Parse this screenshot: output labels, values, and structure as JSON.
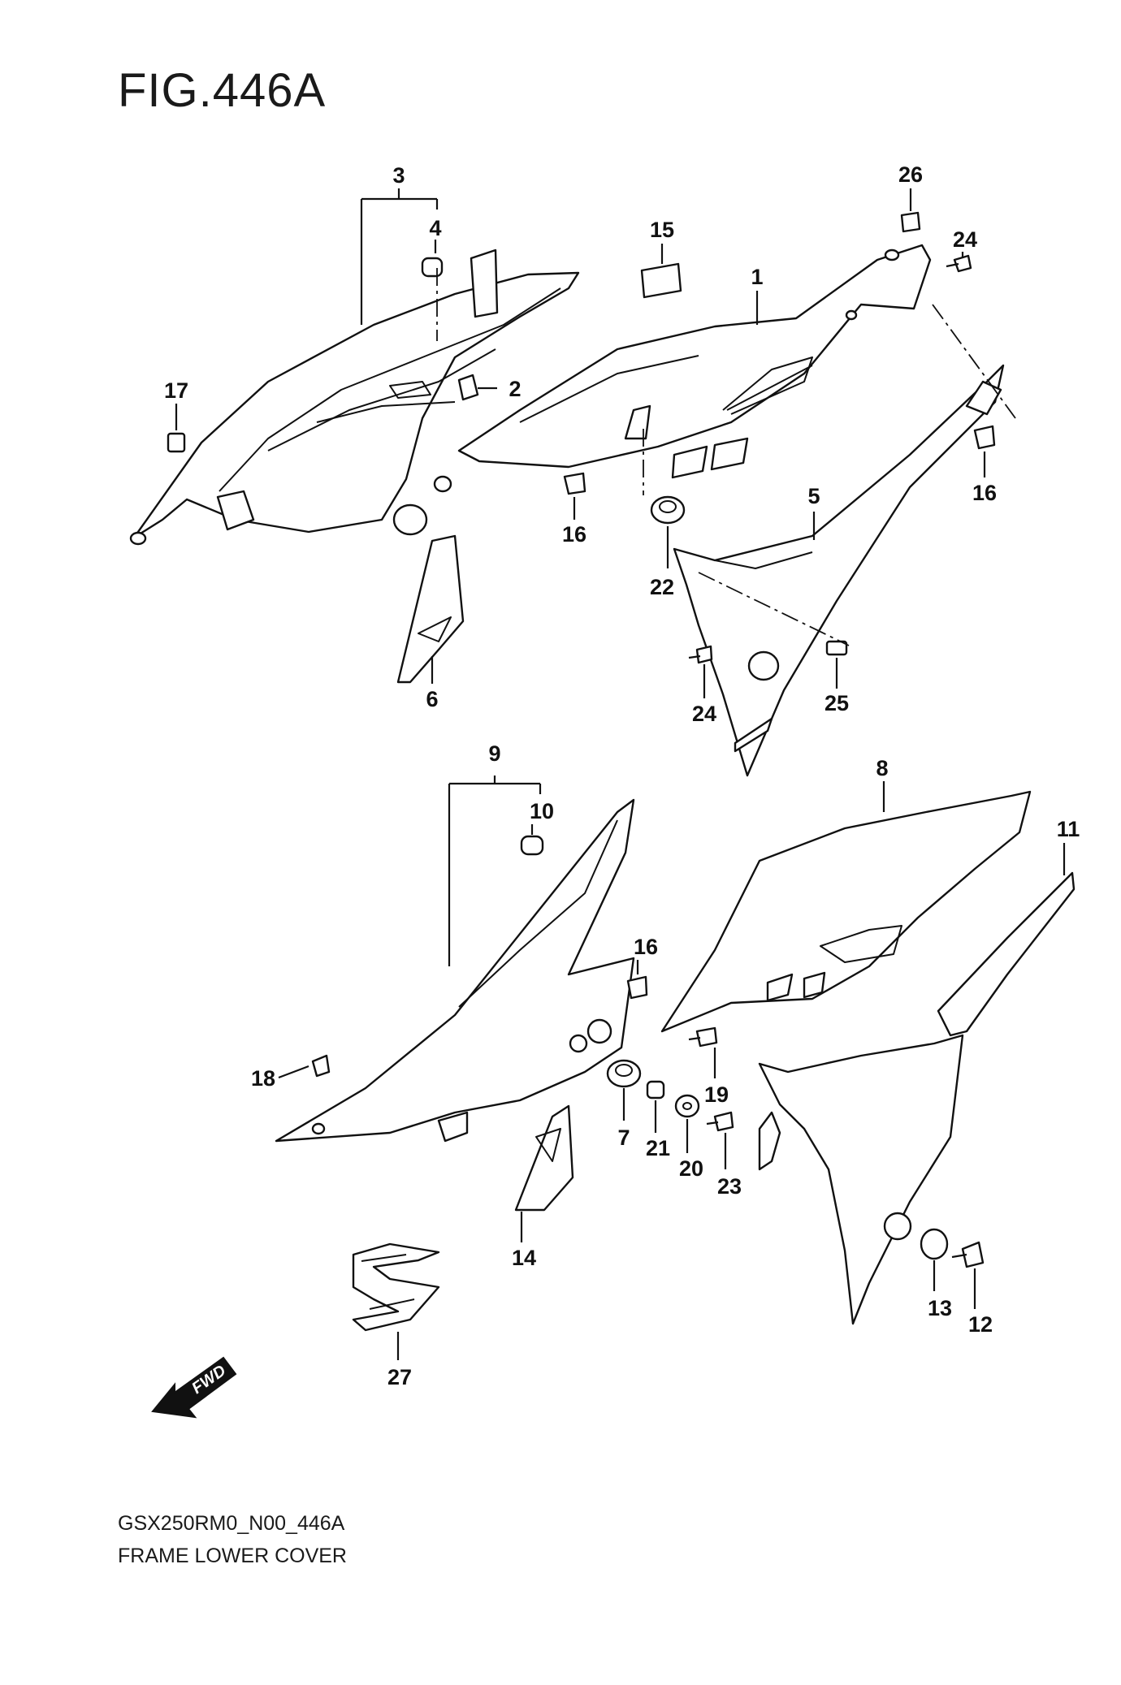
{
  "figure": {
    "title": "FIG.446A",
    "code": "GSX250RM0_N00_446A",
    "name": "FRAME LOWER COVER"
  },
  "callouts": {
    "c1": "1",
    "c2": "2",
    "c3": "3",
    "c4": "4",
    "c5": "5",
    "c6": "6",
    "c7": "7",
    "c8": "8",
    "c9": "9",
    "c10": "10",
    "c11": "11",
    "c12": "12",
    "c13": "13",
    "c14": "14",
    "c15": "15",
    "c16a": "16",
    "c16b": "16",
    "c16c": "16",
    "c17": "17",
    "c18": "18",
    "c19": "19",
    "c20": "20",
    "c21": "21",
    "c22": "22",
    "c23": "23",
    "c24a": "24",
    "c24b": "24",
    "c25": "25",
    "c26": "26",
    "c27": "27"
  },
  "direction_badge": "FWD"
}
